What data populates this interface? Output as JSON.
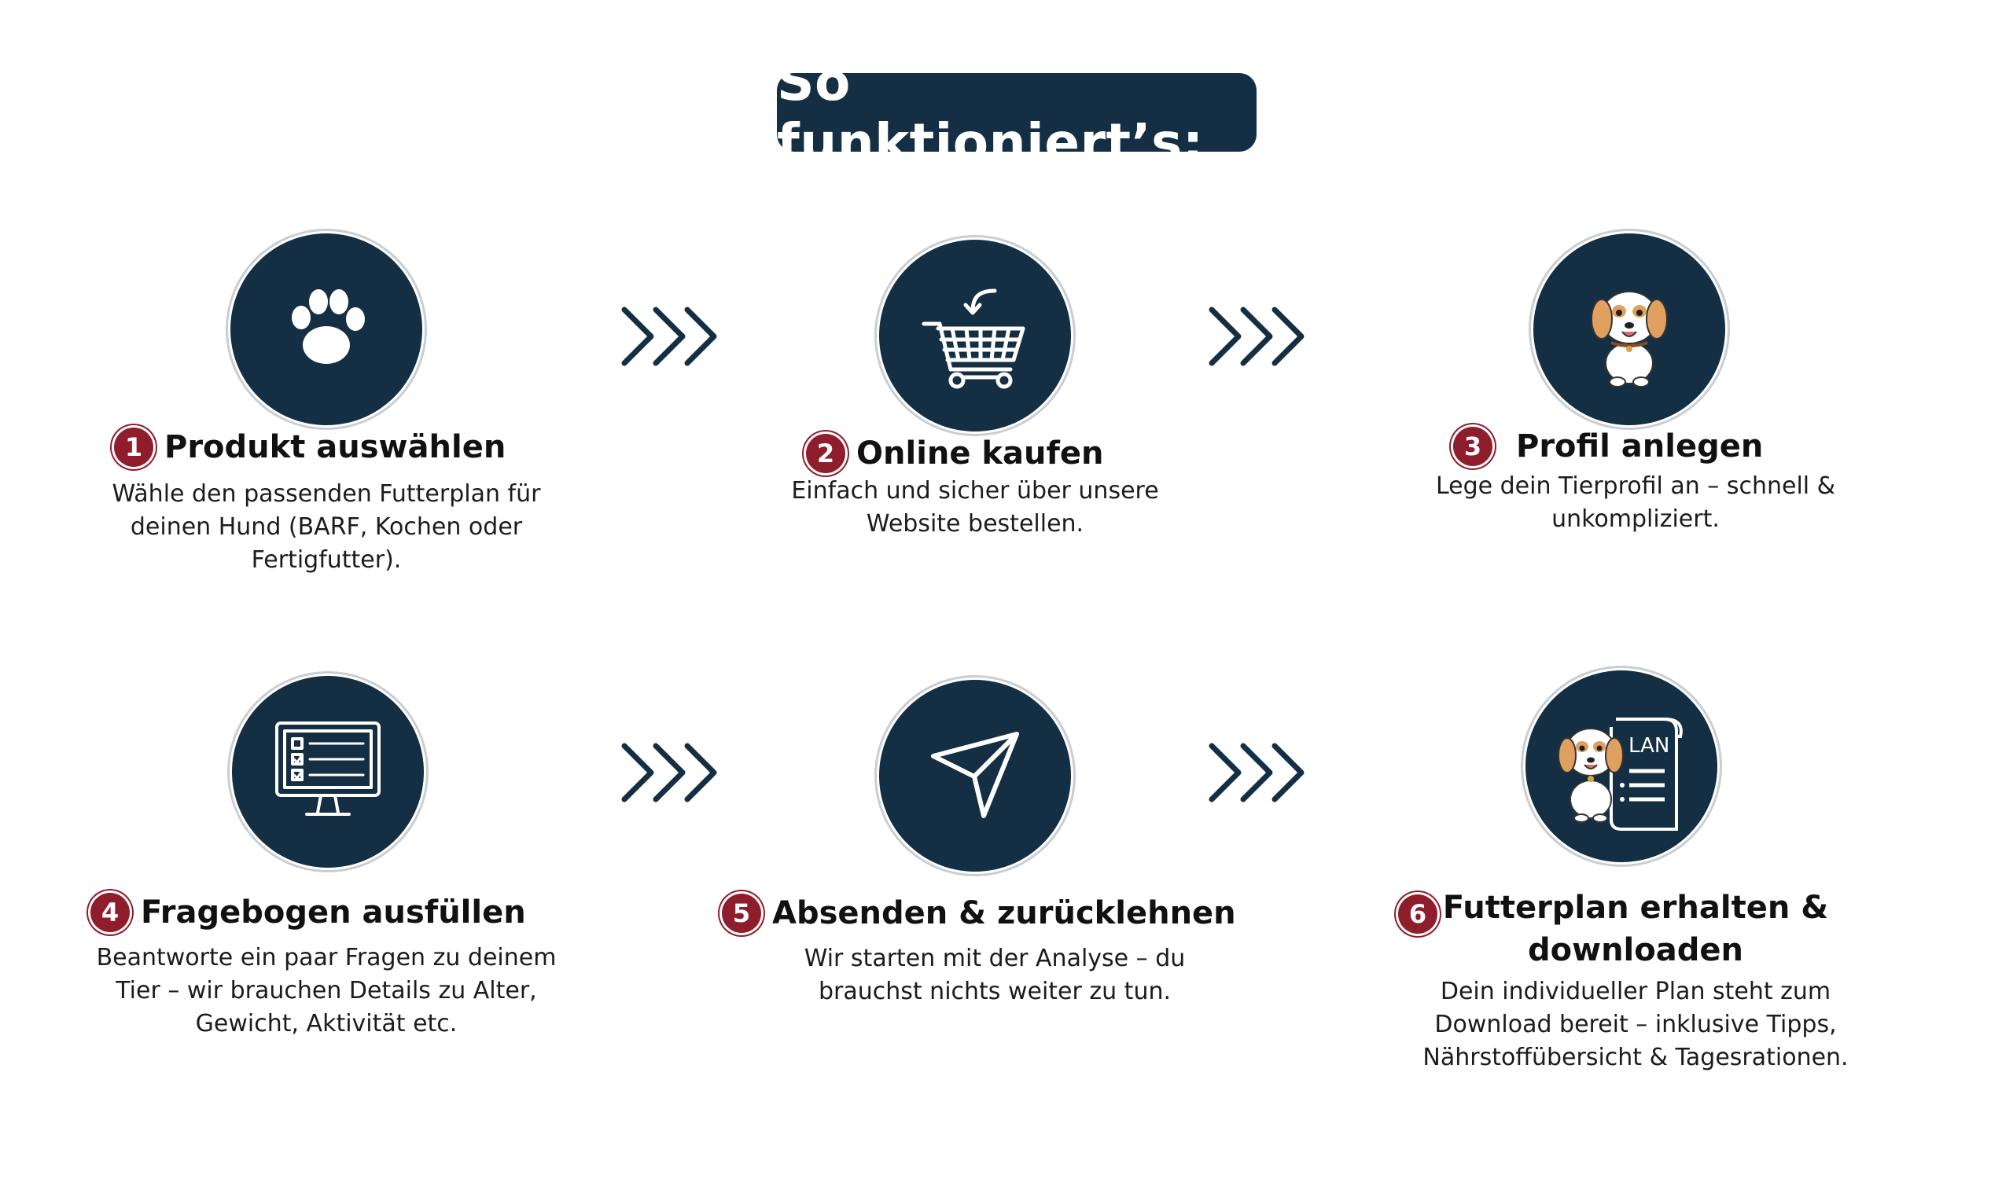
{
  "title": "So funktioniert’s:",
  "colors": {
    "navy": "#142f44",
    "number_badge": "#8f1d2c",
    "text": "#111111"
  },
  "steps": [
    {
      "number": "1",
      "title": "Produkt auswählen",
      "icon": "paw-icon",
      "desc": [
        "Wähle den passenden Futterplan für",
        "deinen Hund (BARF, Kochen oder",
        "Fertigfutter)."
      ]
    },
    {
      "number": "2",
      "title": "Online kaufen",
      "icon": "shopping-cart-icon",
      "desc": [
        "Einfach und sicher über unsere",
        "Website bestellen."
      ]
    },
    {
      "number": "3",
      "title": "Profil anlegen",
      "icon": "dog-icon",
      "desc": [
        "Lege dein Tierprofil an – schnell &",
        "unkompliziert."
      ]
    },
    {
      "number": "4",
      "title": "Fragebogen ausfüllen",
      "icon": "questionnaire-monitor-icon",
      "desc": [
        "Beantworte ein paar Fragen zu deinem",
        "Tier – wir brauchen Details zu Alter,",
        "Gewicht, Aktivität etc."
      ]
    },
    {
      "number": "5",
      "title": "Absenden & zurücklehnen",
      "icon": "send-icon",
      "desc": [
        "Wir starten mit der Analyse – du",
        "brauchst nichts weiter zu tun."
      ]
    },
    {
      "number": "6",
      "title": [
        "Futterplan erhalten &",
        "downloaden"
      ],
      "icon": "dog-plan-icon",
      "plan_label": "LAN",
      "desc": [
        "Dein individueller Plan steht zum",
        "Download bereit – inklusive Tipps,",
        "Nährstoffübersicht & Tagesrationen."
      ]
    }
  ],
  "arrows": [
    "chevron-arrows-icon",
    "chevron-arrows-icon",
    "chevron-arrows-icon",
    "chevron-arrows-icon"
  ]
}
